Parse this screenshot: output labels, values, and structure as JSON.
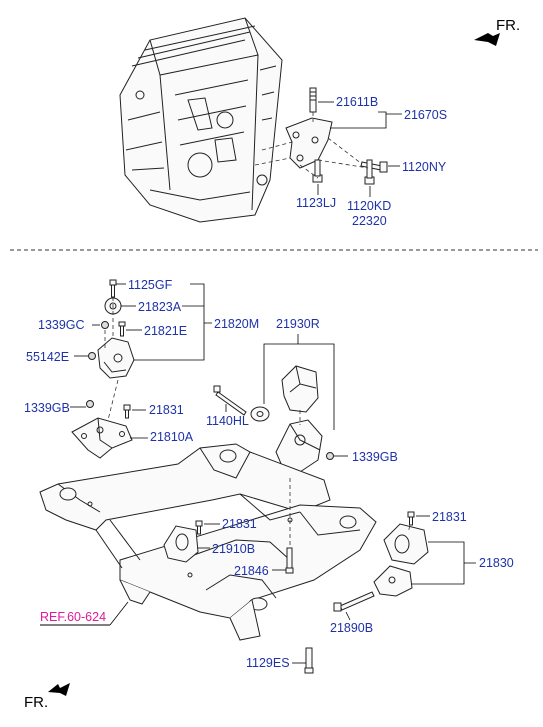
{
  "orientation": {
    "fr_top": "FR.",
    "fr_bottom": "FR."
  },
  "reference": {
    "prefix": "REF.",
    "number": "60-624"
  },
  "colors": {
    "label": "#1f33a8",
    "reference_prefix": "#e0199a",
    "reference_number": "#e0199a",
    "line": "#000000"
  },
  "top_assembly": {
    "labels": {
      "p21611B": "21611B",
      "p21670S": "21670S",
      "p1120NY": "1120NY",
      "p1123LJ": "1123LJ",
      "p1120KD": "1120KD",
      "p22320": "22320"
    }
  },
  "bottom_assembly": {
    "labels": {
      "p1125GF": "1125GF",
      "p21823A": "21823A",
      "p1339GC": "1339GC",
      "p21821E": "21821E",
      "p21820M": "21820M",
      "p55142E": "55142E",
      "p1339GB_left": "1339GB",
      "p21831_top": "21831",
      "p21810A": "21810A",
      "p21930R": "21930R",
      "p1140HL": "1140HL",
      "p1339GB_right": "1339GB",
      "p21831_mid": "21831",
      "p21910B": "21910B",
      "p21846": "21846",
      "p21831_right": "21831",
      "p21830": "21830",
      "p21890B": "21890B",
      "p1129ES": "1129ES"
    }
  }
}
